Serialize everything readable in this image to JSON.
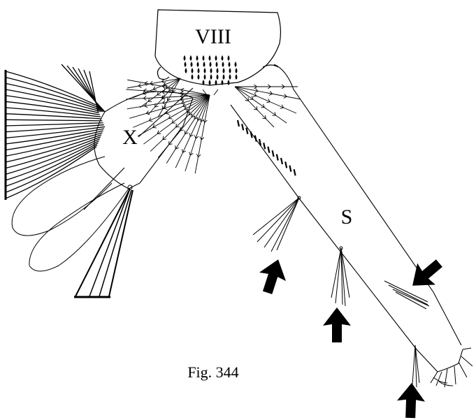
{
  "figure": {
    "segment_label": "VIII",
    "x_label": "X",
    "siphon_label": "S",
    "caption": "Fig. 344"
  },
  "colors": {
    "stroke": "#000000",
    "background": "#ffffff"
  },
  "arrows_shown": 4
}
